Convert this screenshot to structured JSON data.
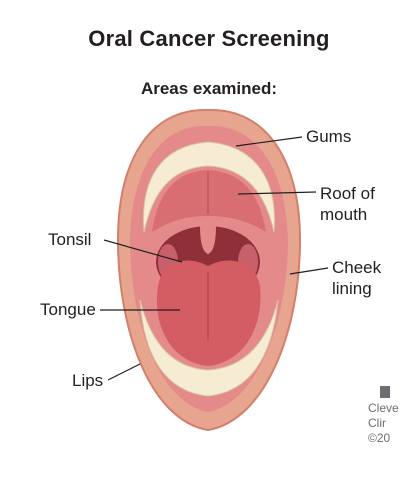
{
  "title": "Oral Cancer Screening",
  "subtitle": "Areas examined:",
  "labels": {
    "gums": "Gums",
    "roof_line1": "Roof of",
    "roof_line2": "mouth",
    "tonsil": "Tonsil",
    "cheek_line1": "Cheek",
    "cheek_line2": "lining",
    "tongue": "Tongue",
    "lips": "Lips"
  },
  "logo": {
    "line1": "Cleve",
    "line2": "Clir",
    "line3": "©20"
  },
  "icons": {
    "mouth": "open-mouth-illustration",
    "logo": "clinic-logo-icon"
  },
  "colors": {
    "lip": "#e7a58f",
    "lip_shadow": "#d2806c",
    "gum": "#e48a8a",
    "palate": "#d86d72",
    "throat": "#8e2f3a",
    "tongue": "#d45d63",
    "teeth": "#f6ecd4",
    "leader": "#231f20"
  }
}
